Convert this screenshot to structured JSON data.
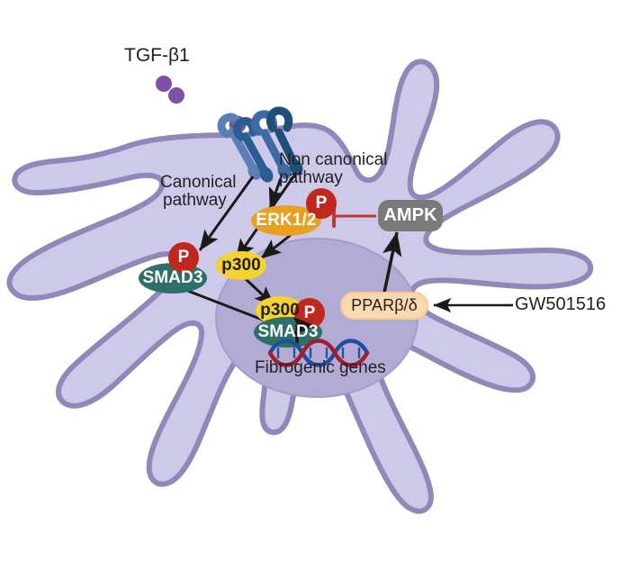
{
  "figure": {
    "title": "TGF-beta1 signaling in a fibroblast with PPAR-beta/delta and AMPK modulation",
    "background_color": "#ffffff"
  },
  "colors": {
    "cell_fill": "#cdc9e8",
    "cell_stroke": "#8f88b8",
    "nucleus_fill": "#b2abd4",
    "nucleus_stroke": "#9a93c4",
    "ligand": "#7b52a6",
    "receptor_light": "#5b7fb5",
    "receptor_dark": "#1f4e79",
    "erk_fill": "#e8a020",
    "p300_fill": "#f5d32e",
    "smad3_fill": "#2e7068",
    "phospho_fill": "#c0281f",
    "ampk_fill": "#7a7a7a",
    "ppar_fill": "#fbd9b0",
    "ppar_stroke": "#f6c98f",
    "arrow": "#1a1a1a",
    "inhibit": "#c0392b",
    "dna_blue": "#1f4e9c",
    "dna_red": "#a01f2e",
    "text_dark": "#231f20",
    "text_light": "#ffffff"
  },
  "labels": {
    "ligand": "TGF-β1",
    "canonical_line1": "Canonical",
    "canonical_line2": "pathway",
    "noncanonical_line1": "Non canonical",
    "noncanonical_line2": "pathway",
    "drug": "GW501516",
    "genes": "Fibrogenic genes"
  },
  "nodes": [
    {
      "id": "erk",
      "label": "ERK1/2",
      "shape": "ellipse",
      "fill": "#e8a020",
      "text_color": "#ffffff"
    },
    {
      "id": "ampk",
      "label": "AMPK",
      "shape": "rounded-rect",
      "fill": "#7a7a7a",
      "text_color": "#ffffff"
    },
    {
      "id": "smad3_cyto",
      "label": "SMAD3",
      "shape": "ellipse",
      "fill": "#2e7068",
      "text_color": "#ffffff"
    },
    {
      "id": "p300_cyto",
      "label": "p300",
      "shape": "ellipse",
      "fill": "#f5d32e",
      "text_color": "#231f20"
    },
    {
      "id": "p300_nuc",
      "label": "p300",
      "shape": "ellipse",
      "fill": "#f5d32e",
      "text_color": "#231f20"
    },
    {
      "id": "smad3_nuc",
      "label": "SMAD3",
      "shape": "ellipse",
      "fill": "#2e7068",
      "text_color": "#ffffff"
    },
    {
      "id": "ppar",
      "label": "PPARβ/δ",
      "shape": "rounded-rect",
      "fill": "#fbd9b0",
      "text_color": "#231f20"
    }
  ],
  "phospho_marks": [
    {
      "id": "p_erk",
      "label": "P"
    },
    {
      "id": "p_smad3_cyto",
      "label": "P"
    },
    {
      "id": "p_smad3_nuc",
      "label": "P"
    }
  ],
  "edges": [
    {
      "from": "receptor",
      "to": "smad3_cyto",
      "type": "activating",
      "pathway": "canonical"
    },
    {
      "from": "receptor",
      "to": "erk",
      "type": "activating",
      "pathway": "non-canonical"
    },
    {
      "from": "receptor",
      "to": "p300_cyto",
      "type": "activating",
      "pathway": "canonical"
    },
    {
      "from": "erk",
      "to": "p300_cyto",
      "type": "activating"
    },
    {
      "from": "smad3_cyto",
      "to": "smad3_nuc",
      "type": "activating"
    },
    {
      "from": "p300_cyto",
      "to": "p300_nuc",
      "type": "activating"
    },
    {
      "from": "smad3_nuc",
      "to": "fibrogenic_genes",
      "type": "transcription"
    },
    {
      "from": "ampk",
      "to": "erk",
      "type": "inhibiting"
    },
    {
      "from": "ppar",
      "to": "ampk",
      "type": "activating"
    },
    {
      "from": "GW501516",
      "to": "ppar",
      "type": "activating"
    }
  ]
}
